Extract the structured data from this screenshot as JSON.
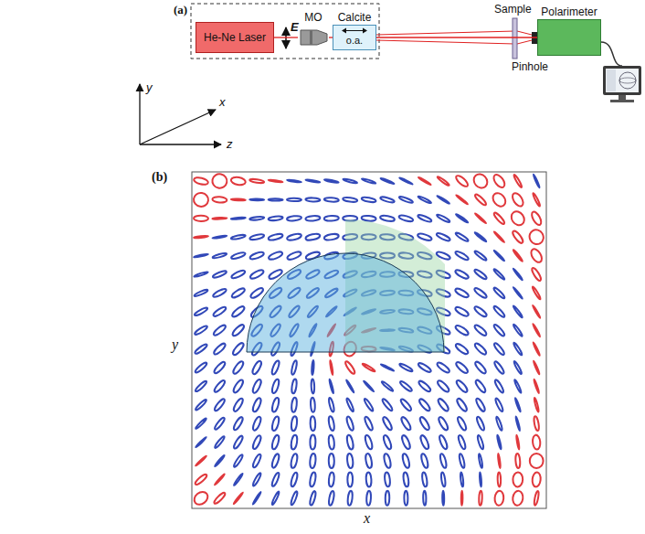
{
  "diagram": {
    "nodes": [
      {
        "text": [
          "He-Ne Laser"
        ]
      },
      {
        "text": [
          "MO"
        ]
      },
      {
        "text": [
          "Calcite",
          "o.a."
        ]
      },
      {
        "text": [
          "Polarimeter"
        ]
      }
    ],
    "edges": [
      {
        "from": 0,
        "to": 1,
        "arrow": "none"
      },
      {
        "from": 1,
        "to": 2,
        "arrow": "none"
      },
      {
        "from": 2,
        "to": 3,
        "arrow": "none"
      }
    ],
    "labels": [
      "(a)",
      "E",
      "y",
      "x",
      "z",
      "Sample",
      "Pinhole",
      "(b)",
      "y",
      "x"
    ]
  }
}
